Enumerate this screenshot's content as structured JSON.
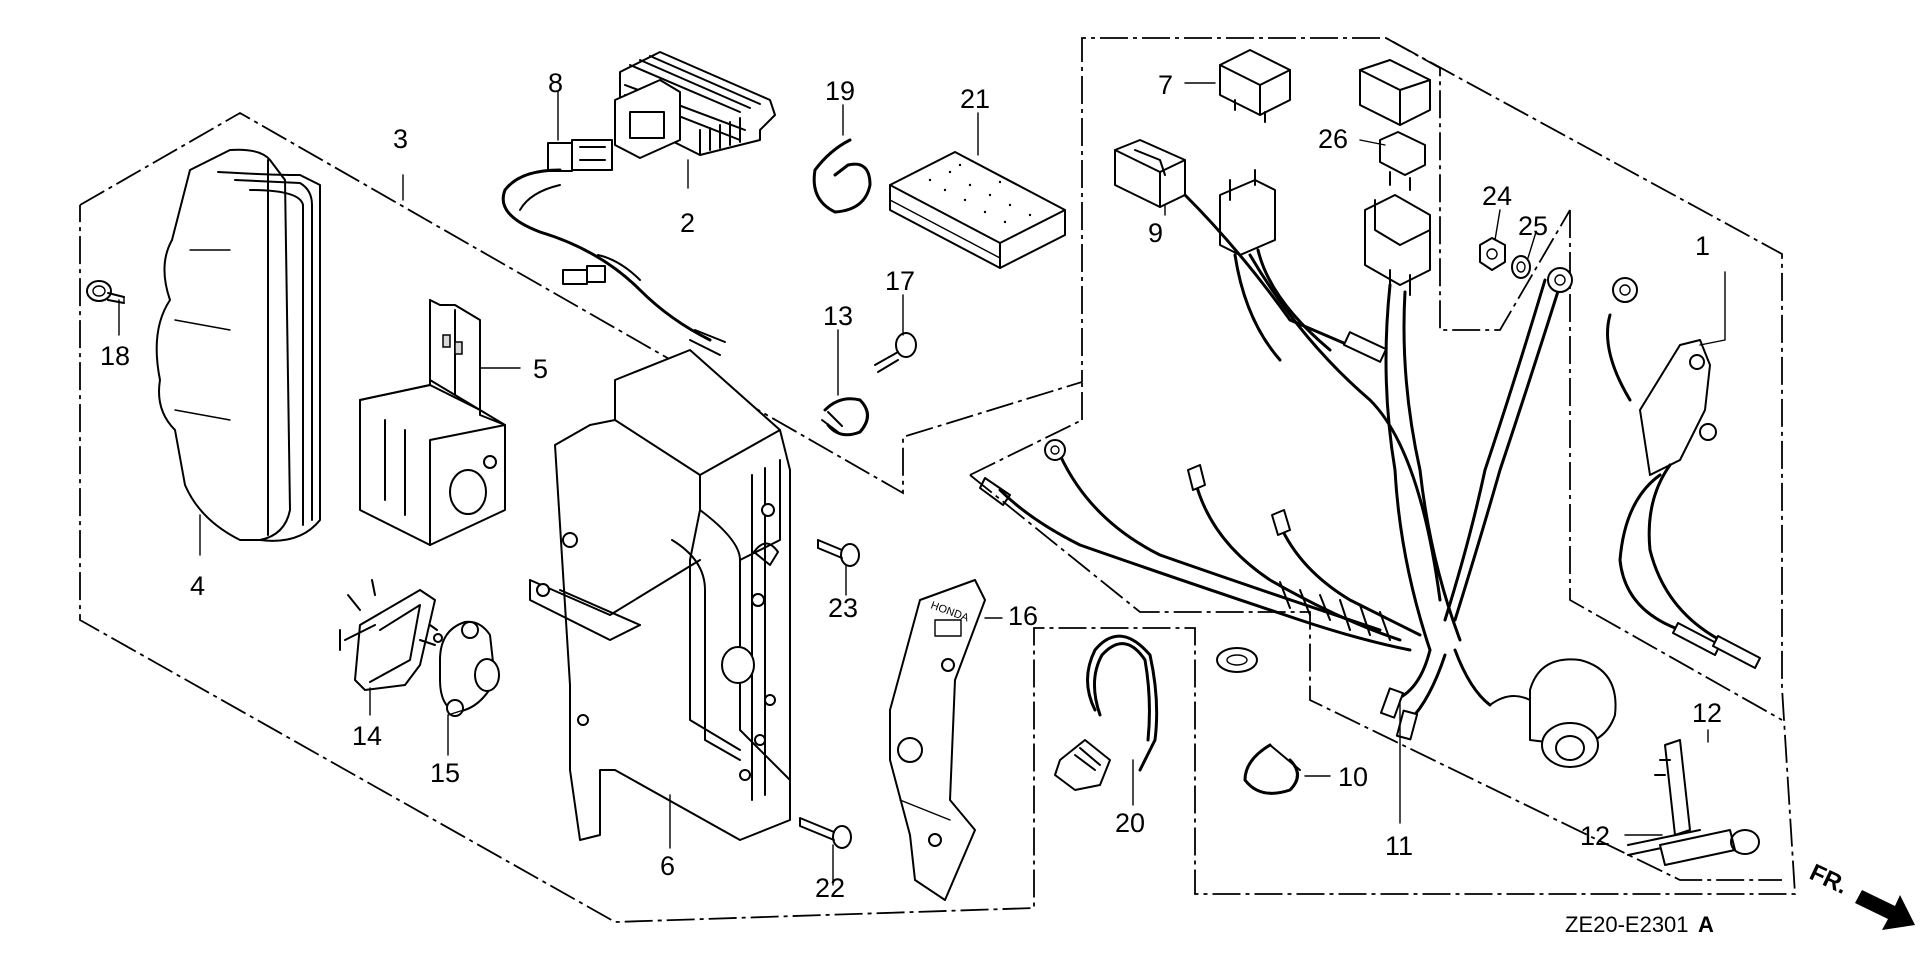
{
  "diagram": {
    "drawing_code": "ZE20-E2301",
    "revision": "A",
    "direction_label": "FR.",
    "callouts": [
      "1",
      "2",
      "3",
      "4",
      "5",
      "6",
      "7",
      "8",
      "9",
      "10",
      "11",
      "12",
      "12",
      "13",
      "14",
      "15",
      "16",
      "17",
      "18",
      "19",
      "20",
      "21",
      "22",
      "23",
      "24",
      "25",
      "26"
    ],
    "stamped_text": "HONDA"
  }
}
